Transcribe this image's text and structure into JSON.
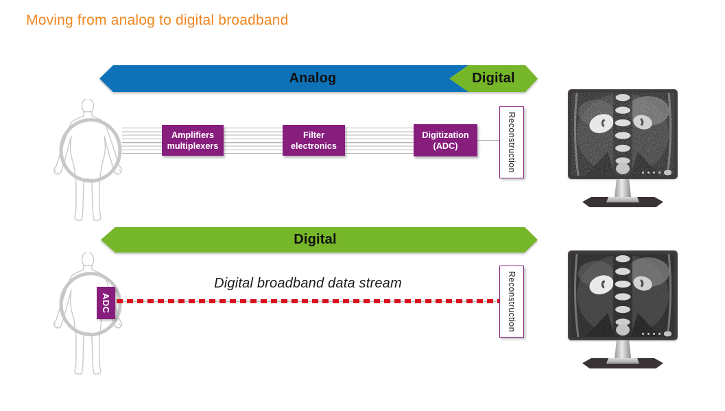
{
  "title": "Moving from analog to digital broadband",
  "palette": {
    "orange": "#F0861F",
    "blue": "#0E72B8",
    "green": "#76B629",
    "purple": "#871E7E",
    "red": "#D8131F"
  },
  "analog_row": {
    "banner_analog": "Analog",
    "banner_digital": "Digital",
    "boxes": [
      {
        "line1": "Amplifiers",
        "line2": "multiplexers"
      },
      {
        "line1": "Filter",
        "line2": "electronics"
      },
      {
        "line1": "Digitization",
        "line2": "(ADC)"
      }
    ],
    "reconstruction": "Reconstruction"
  },
  "digital_row": {
    "banner_digital": "Digital",
    "adc": "ADC",
    "caption": "Digital broadband data stream",
    "reconstruction": "Reconstruction"
  }
}
